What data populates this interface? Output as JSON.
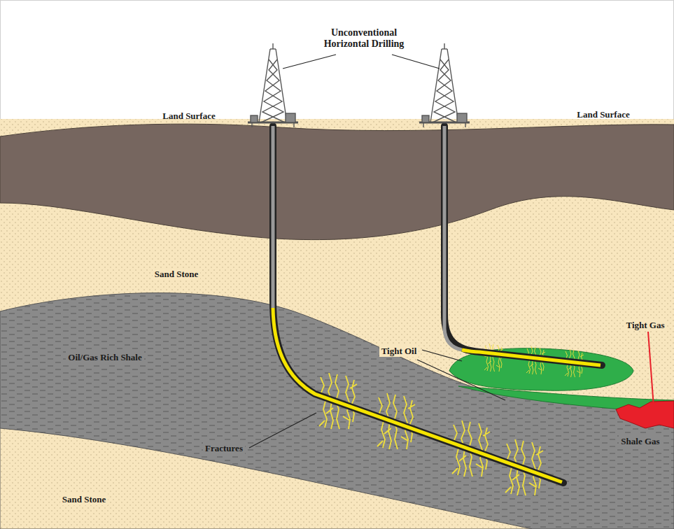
{
  "diagram": {
    "labels": [
      "Unconventional Horizontal Drilling",
      "Land Surface",
      "Land Surface",
      "Sand Stone",
      "Tight Gas",
      "Oil/Gas Rich Shale",
      "Tight Oil",
      "Shale Gas",
      "Fractures",
      "Sand Stone"
    ]
  }
}
